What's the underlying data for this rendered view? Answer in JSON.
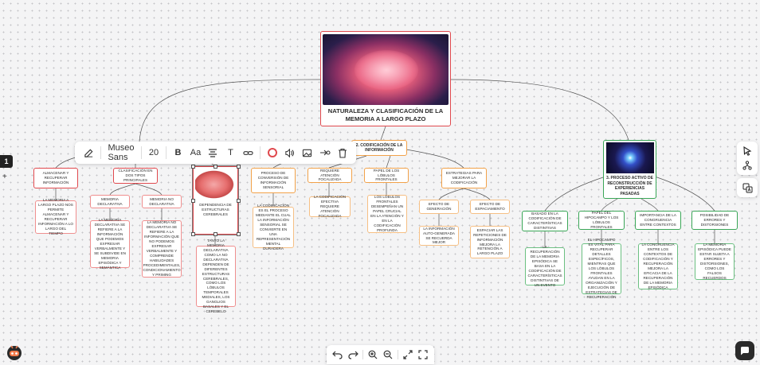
{
  "root": {
    "title": "NATURALEZA Y CLASIFICACIÓN DE LA MEMORIA A LARGO PLAZO"
  },
  "branch1": {
    "almacenar": "ALMACENAR Y RECUPERAR INFORMACIÓN",
    "almacenar_desc": "LA MEMORIA A LARGO PLAZO NOS PERMITE ALMACENAR Y RECUPERAR INFORMACIÓN A LO LARGO DEL TIEMPO",
    "clasificacion": "CLASIFICACIÓN EN DOS TIPOS PRINCIPALES",
    "declarativa": "MEMORIA DECLARATIVA",
    "declarativa_desc": "LA MEMORIA DECLARATIVA SE REFIERE A LA INFORMACIÓN QUE PODEMOS EXPRESAR VERBALMENTE Y SE SUBDIVIDE EN MEMORIA EPISÓDICA Y SEMÁNTICA",
    "no_declarativa": "MEMORIA NO DECLARATIVA",
    "no_declarativa_desc": "LA MEMORIA NO DECLARATIVA SE REFIERE A LA INFORMACIÓN QUE NO PODEMOS EXPRESAR VERBALMENTE Y COMPRENDE HABILIDADES PROCEDIMENTALES, CONDICIONAMIENTO Y PRIMING",
    "dependencia": "DEPENDENCIA DE ESTRUCTURAS CEREBRALES",
    "dependencia_desc": "TANTO LA MEMORIA DECLARATIVA COMO LA NO DECLARATIVA DEPENDEN DE DIFERENTES ESTRUCTURAS CEREBRALES, COMO LOS LÓBULOS TEMPORALES MEDIALES, LOS GANGLIOS BASALES Y EL CEREBELO"
  },
  "branch2": {
    "title": "2. CODIFICACIÓN DE LA INFORMACIÓN",
    "proceso": "PROCESO DE CONVERSIÓN DE INFORMACIÓN SENSORIAL",
    "proceso_desc": "LA CODIFICACIÓN ES EL PROCESO MEDIANTE EL CUAL LA INFORMACIÓN SENSORIAL SE CONVIERTE EN UNA REPRESENTACIÓN MENTAL DURADERA",
    "atencion": "REQUIERE ATENCIÓN FOCALIZADA",
    "atencion_desc": "LA CODIFICACIÓN EFECTIVA REQUIERE ATENCIÓN FOCALIZADA",
    "lobulos": "PAPEL DE LOS LÓBULOS FRONTALES",
    "lobulos_desc": "LOS LÓBULOS FRONTALES DESEMPEÑAN UN PAPEL CRUCIAL EN LA ATENCIÓN Y EN LA CODIFICACIÓN PROFUNDA",
    "estrategias": "ESTRATEGIAS PARA MEJORAR LA CODIFICACIÓN",
    "generacion": "EFECTO DE GENERACIÓN",
    "generacion_desc": "LA INFORMACIÓN AUTO-GENERADA SE RECUERDA MEJOR",
    "espaciamiento": "EFECTO DE ESPACIAMIENTO",
    "espaciamiento_desc": "ESPACIAR LAS REPETICIONES DE INFORMACIÓN MEJORA LA RETENCIÓN A LARGO PLAZO"
  },
  "branch3": {
    "title": "3. PROCESO ACTIVO DE RECONSTRUCCIÓN DE EXPERIENCIAS PASADAS",
    "basado": "BASADO EN LA CODIFICACIÓN DE CARACTERÍSTICAS DISTINTIVAS",
    "basado_desc": "LA RECUPERACIÓN DE LA MEMORIA EPISÓDICA SE BASA EN LA CODIFICACIÓN DE CARACTERÍSTICAS DISTINTIVAS DE UN EVENTO",
    "hipocampo": "PAPEL DEL HIPOCAMPO Y LOS LÓBULOS FRONTALES",
    "hipocampo_desc": "EL HIPOCAMPO ES VITAL PARA RECUPERAR DETALLES ESPECÍFICOS, MIENTRAS QUE LOS LÓBULOS FRONTALES AYUDAN EN LA ORGANIZACIÓN Y EJECUCIÓN DE ESTRATEGIAS DE RECUPERACIÓN",
    "congruencia": "IMPORTANCIA DE LA CONGRUENCIA ENTRE CONTEXTOS",
    "congruencia_desc": "LA CONGRUENCIA ENTRE LOS CONTEXTOS DE CODIFICACIÓN Y RECUPERACIÓN MEJORA LA EFICACIA DE LA RECUPERACIÓN DE LA MEMORIA EPISÓDICA",
    "errores": "POSIBILIDAD DE ERRORES Y DISTORSIONES",
    "errores_desc": "LA MEMORIA EPISÓDICA PUEDE ESTAR SUJETA A ERRORES Y DISTORSIONES, COMO LOS FALSOS RECUERDOS"
  },
  "toolbar": {
    "font_name": "Museo Sans",
    "font_size": "20",
    "bold": "B",
    "text_size": "Aa",
    "text_style": "T"
  },
  "pages": {
    "current": "1",
    "add": "+"
  },
  "colors": {
    "red": "#e0494e",
    "orange": "#f2a24a",
    "green": "#3aa657"
  }
}
